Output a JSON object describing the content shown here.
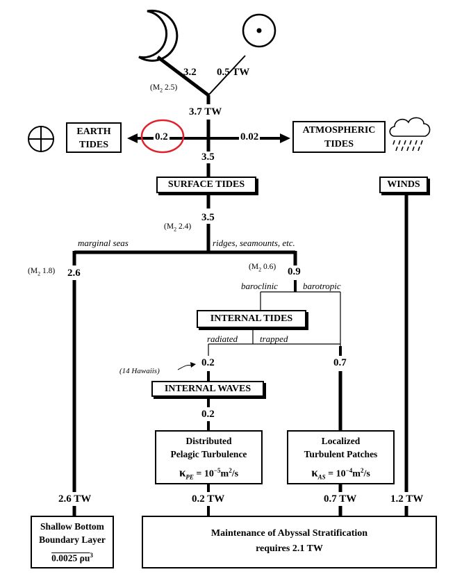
{
  "sources": {
    "moon": "moon-icon",
    "sun": "sun-icon"
  },
  "flows": {
    "moon_value": "3.2",
    "m2_moon": "(M",
    "m2_moon_sub": "2",
    "m2_moon_val": " 2.5)",
    "sun_value": "0.5 TW",
    "total_value": "3.7 TW",
    "earth_value": "0.2",
    "atmos_value": "0.02",
    "surface_in": "3.5",
    "surface_out": "3.5",
    "m2_surface": "(M",
    "m2_surface_sub": "2",
    "m2_surface_val": " 2.4)",
    "marginal_label": "marginal seas",
    "ridges_label": "ridges, seamounts, etc.",
    "m2_marginal": "(M",
    "m2_marginal_sub": "2",
    "m2_marginal_val": " 1.8)",
    "marginal_value": "2.6",
    "m2_ridges": "(M",
    "m2_ridges_sub": "2",
    "m2_ridges_val": " 0.6)",
    "ridges_value": "0.9",
    "baroclinic_label": "baroclinic",
    "barotropic_label": "barotropic",
    "radiated_label": "radiated",
    "trapped_label": "trapped",
    "hawaii_note": "(14 Hawaiis)",
    "radiated_value": "0.2",
    "trapped_value": "0.7",
    "waves_out": "0.2",
    "shallow_tw": "2.6 TW",
    "pelagic_tw": "0.2 TW",
    "patches_tw": "0.7 TW",
    "winds_tw": "1.2 TW"
  },
  "boxes": {
    "earth_tides": [
      "EARTH",
      "TIDES"
    ],
    "atmospheric_tides": [
      "ATMOSPHERIC",
      "TIDES"
    ],
    "surface_tides": "SURFACE TIDES",
    "winds": "WINDS",
    "internal_tides": "INTERNAL TIDES",
    "internal_waves": "INTERNAL WAVES",
    "pelagic": {
      "line1": "Distributed",
      "line2": "Pelagic Turbulence",
      "kappa": "κ",
      "kappa_sub": "PE",
      "eq": " = 10",
      "exp": "−5",
      "unit": "m",
      "unit_exp": "2",
      "unit_tail": "/s"
    },
    "patches": {
      "line1": "Localized",
      "line2": "Turbulent Patches",
      "kappa": "κ",
      "kappa_sub": "AS",
      "eq": " = 10",
      "exp": "−4",
      "unit": "m",
      "unit_exp": "2",
      "unit_tail": "/s"
    },
    "shallow": {
      "line1": "Shallow Bottom",
      "line2": "Boundary Layer",
      "formula": "0.0025 ρu",
      "formula_exp": "3"
    },
    "abyssal": {
      "line1": "Maintenance of Abyssal Stratification",
      "line2": "requires 2.1 TW"
    }
  },
  "icons": [
    "earth-icon",
    "rain-cloud-icon"
  ],
  "colors": {
    "highlight": "#e0202a",
    "ink": "#000000"
  }
}
